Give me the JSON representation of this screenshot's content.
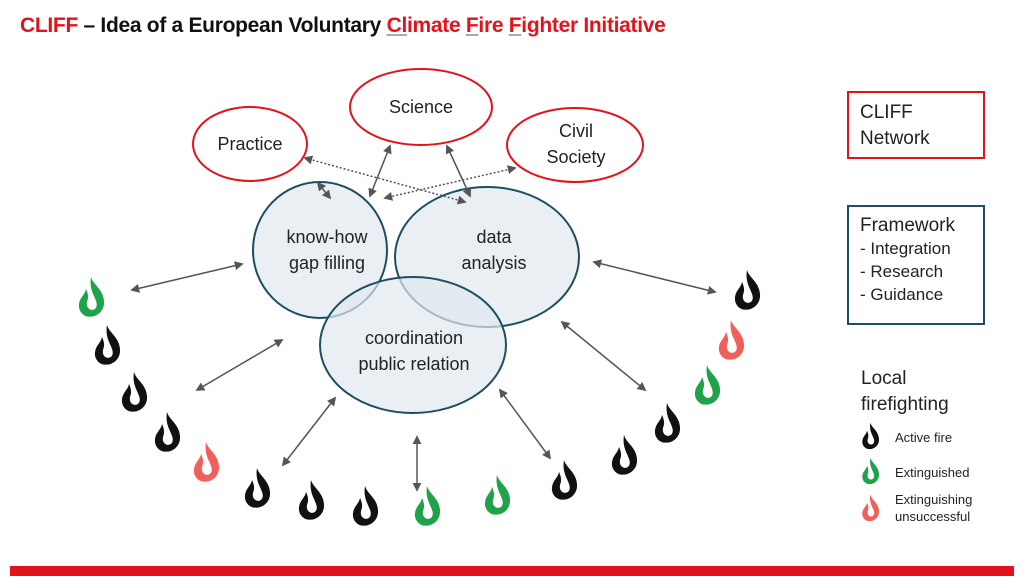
{
  "title": {
    "prefix": "CLIFF",
    "middle": " – Idea of a European Voluntary ",
    "cl": "Cl",
    "imate": "imate ",
    "f1": "F",
    "ire": "ire ",
    "f2": "F",
    "ighter": "ighter Initiative"
  },
  "stakeholders": [
    "Practice",
    "Science",
    "Civil",
    "Society"
  ],
  "venn": {
    "a1": "know-how",
    "a2": "gap filling",
    "b1": "data",
    "b2": "analysis",
    "c1": "coordination",
    "c2": "public relation"
  },
  "network_box": {
    "l1": "CLIFF",
    "l2": "Network"
  },
  "framework_box": {
    "title": "Framework",
    "items": [
      "- Integration",
      "- Research",
      "- Guidance"
    ]
  },
  "legend": {
    "title1": "Local",
    "title2": "firefighting",
    "active": "Active fire",
    "ext": "Extinguished",
    "uns1": "Extinguishing",
    "uns2": "unsuccessful"
  },
  "colors": {
    "accent": "#e3131b",
    "active": "#111111",
    "extinguished": "#1fa34a",
    "unsuccessful": "#f0605a",
    "venn_fill": "#dfe8ee",
    "venn_stroke": "#1f4e63"
  }
}
